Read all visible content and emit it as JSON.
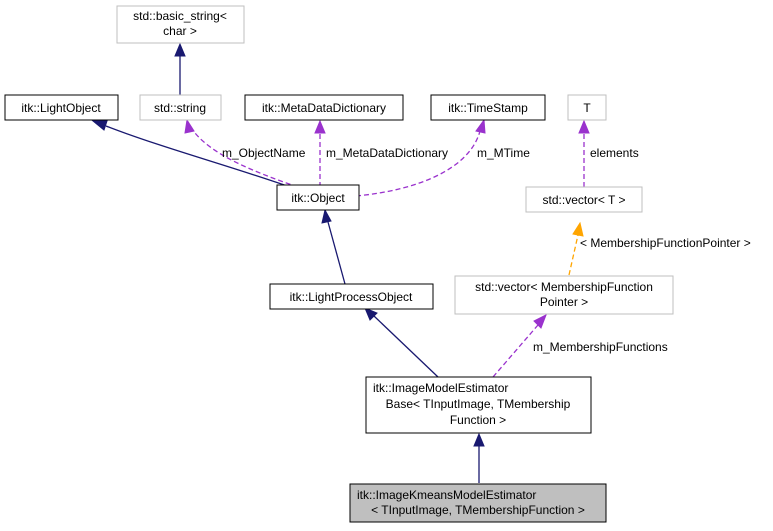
{
  "colors": {
    "node_border": "#000000",
    "node_border_external": "#bfbfbf",
    "node_fill": "#ffffff",
    "node_fill_highlight": "#bfbfbf",
    "inheritance_edge": "#191970",
    "usage_edge": "#9a32cd",
    "template_edge": "#ffa500"
  },
  "nodes": {
    "basic_string": [
      "std::basic_string<",
      "char >"
    ],
    "light_object": [
      "itk::LightObject"
    ],
    "std_string": [
      "std::string"
    ],
    "meta_data_dictionary": [
      "itk::MetaDataDictionary"
    ],
    "time_stamp": [
      "itk::TimeStamp"
    ],
    "t": [
      "T"
    ],
    "object": [
      "itk::Object"
    ],
    "std_vector_t": [
      "std::vector< T >"
    ],
    "light_process_object": [
      "itk::LightProcessObject"
    ],
    "std_vector_mf": [
      "std::vector< MembershipFunction",
      "Pointer >"
    ],
    "image_model_estimator_base": [
      "itk::ImageModelEstimator",
      "Base< TInputImage, TMembership",
      "Function >"
    ],
    "kmeans_estimator": [
      "itk::ImageKmeansModelEstimator",
      "< TInputImage, TMembershipFunction >"
    ]
  },
  "edge_labels": {
    "object_name": "m_ObjectName",
    "meta_data_dictionary": "m_MetaDataDictionary",
    "mtime": "m_MTime",
    "elements": "elements",
    "membership_function_pointer": "< MembershipFunctionPointer >",
    "membership_functions": "m_MembershipFunctions"
  }
}
